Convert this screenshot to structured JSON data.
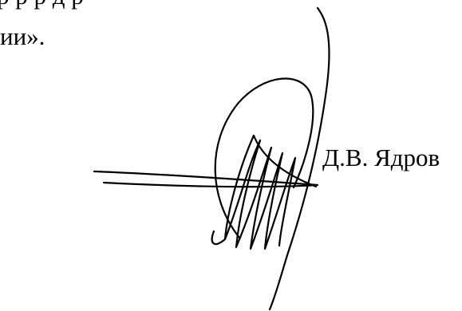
{
  "document": {
    "top_line_partial": "р          р          р            д                р",
    "second_line": "ии».",
    "signatory_name": "Д.В. Ядров"
  },
  "signature": {
    "icon": "handwritten-signature",
    "ink_color": "#000000"
  }
}
